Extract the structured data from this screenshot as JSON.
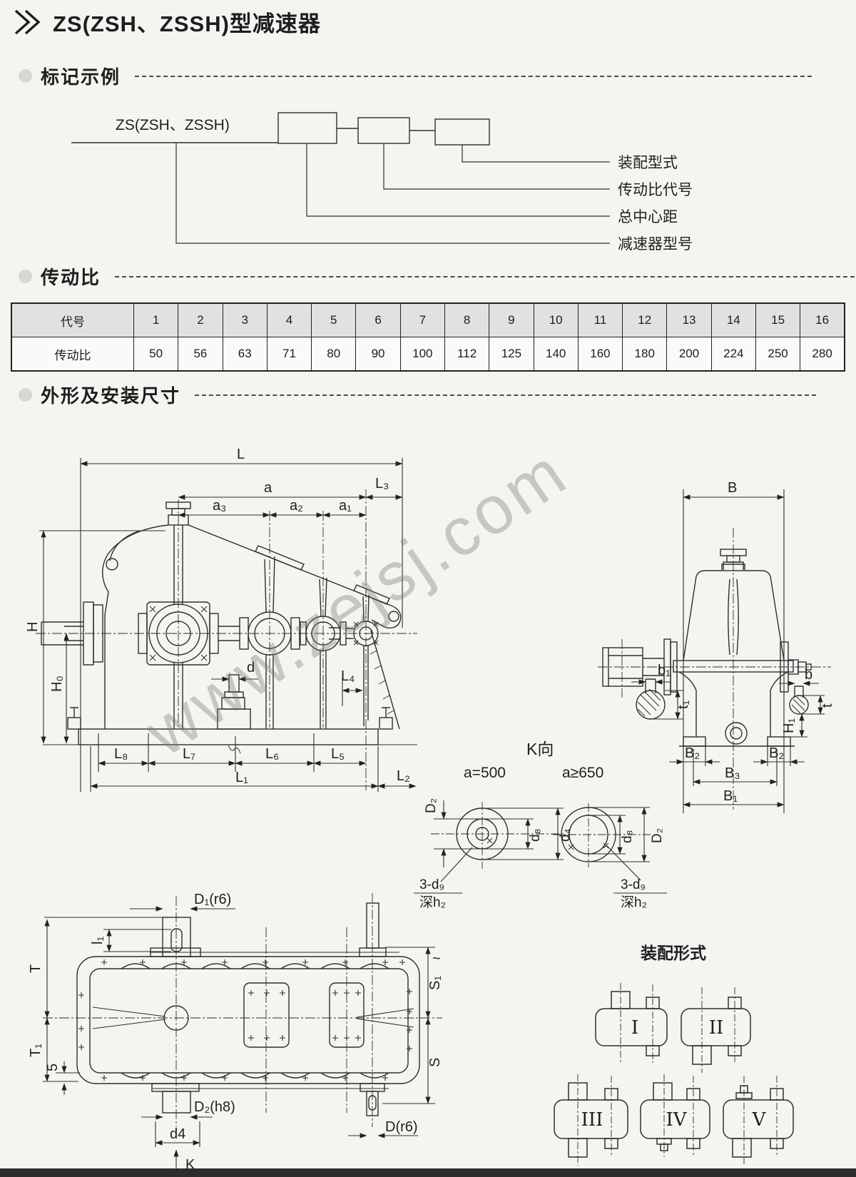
{
  "page": {
    "title": "ZS(ZSH、ZSSH)型减速器",
    "watermark": "www.zejsj.com"
  },
  "sections": {
    "marking": "标记示例",
    "ratio": "传动比",
    "dimensions": "外形及安装尺寸"
  },
  "marking_diagram": {
    "model": "ZS(ZSH、ZSSH)",
    "callout_assembly": "装配型式",
    "callout_ratio_code": "传动比代号",
    "callout_center_distance": "总中心距",
    "callout_model": "减速器型号"
  },
  "ratio_table": {
    "header_label": "代号",
    "codes": [
      "1",
      "2",
      "3",
      "4",
      "5",
      "6",
      "7",
      "8",
      "9",
      "10",
      "11",
      "12",
      "13",
      "14",
      "15",
      "16"
    ],
    "row_label": "传动比",
    "values": [
      "50",
      "56",
      "63",
      "71",
      "80",
      "90",
      "100",
      "112",
      "125",
      "140",
      "160",
      "180",
      "200",
      "224",
      "250",
      "280"
    ]
  },
  "drawings": {
    "side_view": {
      "labels": {
        "L": "L",
        "a": "a",
        "L3": "L₃",
        "a3": "a₃",
        "a2": "a₂",
        "a1": "a₁",
        "H": "H",
        "H0": "H₀",
        "L4": "L₄",
        "d": "d",
        "L8": "L₈",
        "L7": "L₇",
        "L6": "L₆",
        "L5": "L₅",
        "L1": "L₁",
        "L2": "L₂"
      }
    },
    "front_view": {
      "labels": {
        "B": "B",
        "b1": "b₁",
        "t1": "t₁",
        "b": "b",
        "t": "t",
        "H1": "H₁",
        "B2": "B₂",
        "B3": "B₃",
        "B1": "B₁"
      }
    },
    "k_view": {
      "title": "K向",
      "caption_left": "a=500",
      "caption_right": "a≥650",
      "labels": {
        "D2": "D₂",
        "d8": "d₈",
        "d4": "d₄"
      },
      "note_line1": "3-d₉",
      "note_line2": "深h₂"
    },
    "plan_view": {
      "labels": {
        "D1": "D₁(r6)",
        "l1": "l₁",
        "T": "T",
        "T1": "T₁",
        "five": "5",
        "D2h8": "D₂(h8)",
        "d4": "d4",
        "K": "K",
        "S1": "S₁",
        "S": "S",
        "D": "D(r6)",
        "approx": "~"
      }
    },
    "assembly": {
      "title": "装配形式",
      "items": [
        "I",
        "II",
        "III",
        "IV",
        "V"
      ]
    }
  }
}
